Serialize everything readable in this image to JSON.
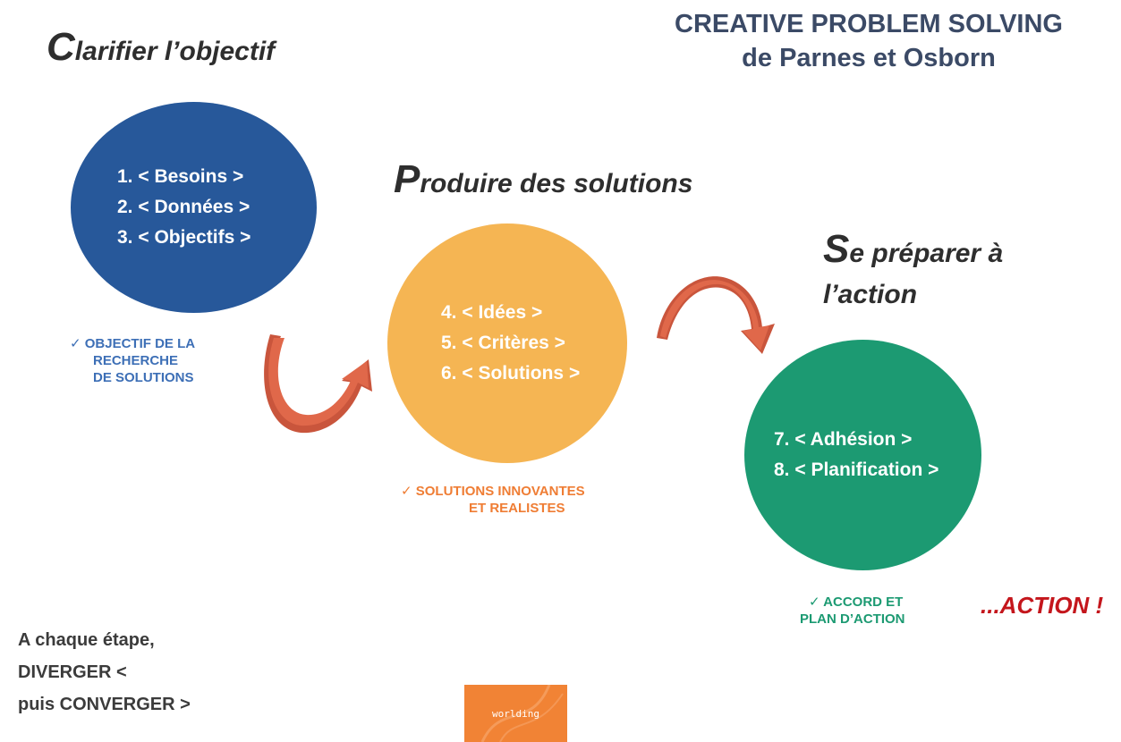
{
  "title": {
    "line1": "CREATIVE PROBLEM SOLVING",
    "line2": "de Parnes et Osborn"
  },
  "stages": [
    {
      "heading_initial": "C",
      "heading_rest": "larifier l’objectif",
      "color": "#27589a",
      "steps": [
        "1. < Besoins >",
        "2. < Données >",
        "3. < Objectifs >"
      ],
      "outcome_color": "#3d6fb6",
      "outcome_lines": [
        "✓ OBJECTIF DE LA",
        "RECHERCHE",
        "DE SOLUTIONS"
      ]
    },
    {
      "heading_initial": "P",
      "heading_rest": "roduire des solutions",
      "color": "#f5b553",
      "steps": [
        "4. < Idées >",
        "5. < Critères >",
        "6. < Solutions >"
      ],
      "outcome_color": "#ef7d34",
      "outcome_lines": [
        "✓ SOLUTIONS INNOVANTES",
        "ET REALISTES"
      ]
    },
    {
      "heading_initial": "S",
      "heading_rest": "e préparer à",
      "heading_line2": "l’action",
      "color": "#1c9a72",
      "steps": [
        "7. < Adhésion >",
        "8. < Planification >"
      ],
      "outcome_color": "#1c9a72",
      "outcome_lines": [
        "✓ ACCORD ET",
        "PLAN D’ACTION"
      ]
    }
  ],
  "final_action": "...ACTION !",
  "footer_note": [
    "A chaque étape,",
    "DIVERGER <",
    "puis CONVERGER >"
  ],
  "logo_text": "worlding",
  "colors": {
    "arrow": "#e0684a",
    "arrow_shadow": "#b24530",
    "title": "#3b4a66",
    "final_action": "#c4161c"
  }
}
